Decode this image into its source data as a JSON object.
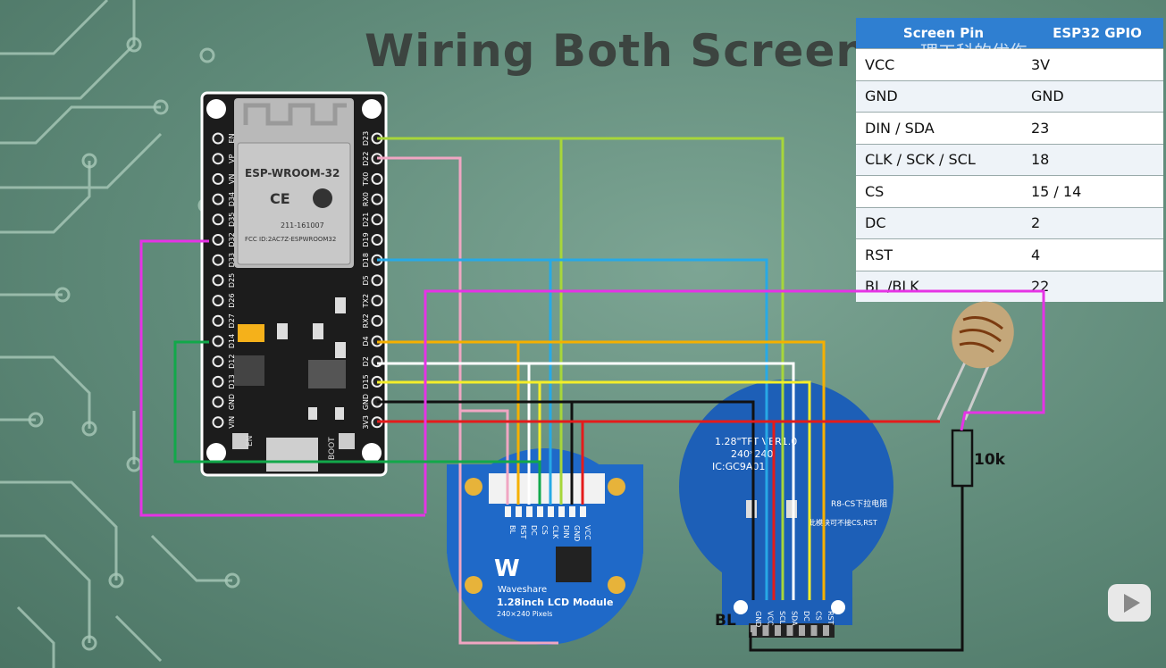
{
  "title": "Wiring Both Screens",
  "table": {
    "headers": [
      "Screen Pin",
      "ESP32 GPIO"
    ],
    "rows": [
      [
        "VCC",
        "3V"
      ],
      [
        "GND",
        "GND"
      ],
      [
        "DIN / SDA",
        "23"
      ],
      [
        "CLK / SCK / SCL",
        "18"
      ],
      [
        "CS",
        "15 / 14"
      ],
      [
        "DC",
        "2"
      ],
      [
        "RST",
        "4"
      ],
      [
        "BL /BLK",
        "22"
      ]
    ],
    "watermark": "理工科的优伤"
  },
  "esp32": {
    "module": "ESP-WROOM-32",
    "fcc": "FCC ID:2AC7Z-ESPWROOM32",
    "cert": "211-161007",
    "left_pins": [
      "EN",
      "VP",
      "VN",
      "D34",
      "D35",
      "D32",
      "D33",
      "D25",
      "D26",
      "D27",
      "D14",
      "D12",
      "D13",
      "GND",
      "VIN"
    ],
    "right_pins": [
      "D23",
      "D22",
      "TX0",
      "RX0",
      "D21",
      "D19",
      "D18",
      "D5",
      "TX2",
      "RX2",
      "D4",
      "D2",
      "D15",
      "GND",
      "3V3"
    ],
    "btn_en": "EN",
    "btn_boot": "BOOT"
  },
  "lcd1": {
    "brand": "Waveshare",
    "name": "1.28inch LCD Module",
    "res": "240×240 Pixels",
    "pins": [
      "BL",
      "RST",
      "DC",
      "CS",
      "CLK",
      "DIN",
      "GND",
      "VCC"
    ]
  },
  "lcd2": {
    "line1": "1.28\"TFT VER1.0",
    "line2": "240*240",
    "line3": "IC:GC9A01",
    "note1": "R8-CS下拉电阻",
    "note2": "此模块可不接CS,RST",
    "pins": [
      "GND",
      "VCC",
      "SCL",
      "SDA",
      "DC",
      "CS",
      "RST"
    ]
  },
  "resistor": "10k",
  "bl_label": "BL",
  "colors": {
    "green": "#a7d63a",
    "pink": "#f0a6c3",
    "blue": "#27a9e6",
    "orange": "#f5b000",
    "white": "#ffffff",
    "yellow": "#f4ee2a",
    "black": "#111111",
    "red": "#e41b1b",
    "magenta": "#e533e5",
    "dkgreen": "#12a84a"
  }
}
